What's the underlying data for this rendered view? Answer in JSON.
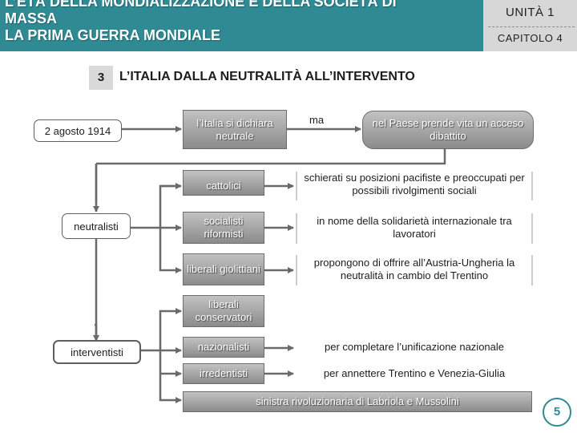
{
  "header": {
    "title_line1": "L’ETÀ DELLA MONDIALIZZAZIONE E DELLA SOCIETÀ DI",
    "title_line2": "MASSA",
    "title_line3": "LA PRIMA GUERRA MONDIALE",
    "unit": "UNITÀ 1",
    "chapter": "CAPITOLO 4"
  },
  "section": {
    "number": "3",
    "title": "L’ITALIA DALLA NEUTRALITÀ ALL’INTERVENTO"
  },
  "diagram": {
    "date": "2 agosto 1914",
    "declares": "l’Italia si dichiara neutrale",
    "but": "ma",
    "debate": "nel Paese prende vita un acceso dibattito",
    "neutralists": "neutralisti",
    "interventionists": "interventisti",
    "groups": [
      {
        "name": "cattolici",
        "desc": "schierati su posizioni pacifiste e preoccupati per possibili rivolgimenti sociali"
      },
      {
        "name": "socialisti riformisti",
        "desc": "in nome della solidarietà internazionale tra lavoratori"
      },
      {
        "name": "liberali giolittiani",
        "desc": "propongono di offrire all’Austria-Ungheria la neutralità in cambio del Trentino"
      },
      {
        "name": "liberali conservatori",
        "desc": ""
      },
      {
        "name": "nazionalisti",
        "desc": "per completare l’unificazione nazionale"
      },
      {
        "name": "irredentisti",
        "desc": "per annettere Trentino e Venezia-Giulia"
      }
    ],
    "revolutionary_left": "sinistra rivoluzionaria di Labriola e Mussolini"
  },
  "page_number": "5",
  "colors": {
    "header_teal": "#2f8a93",
    "header_grey": "#d7d7d7",
    "box_top": "#c2c2c2",
    "box_bottom": "#8b8b8b",
    "connector": "#6a6a6a"
  }
}
